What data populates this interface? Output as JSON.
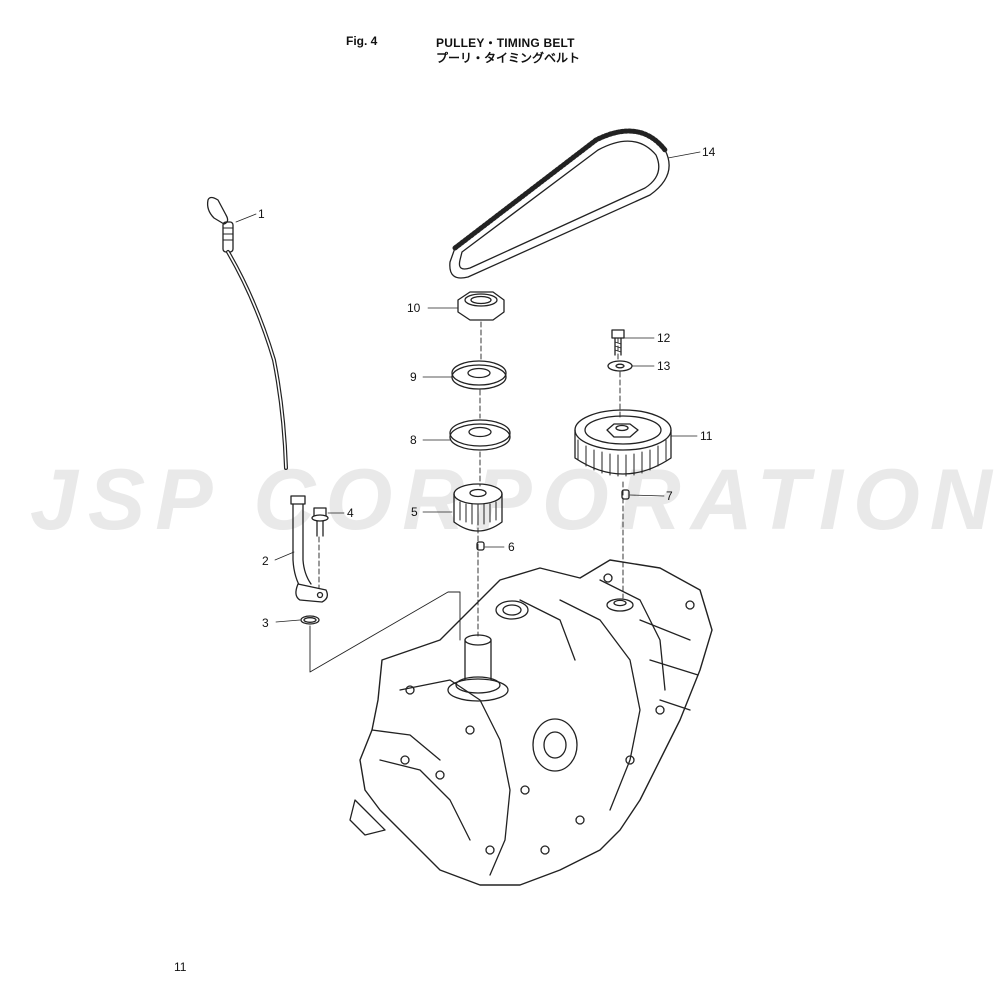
{
  "header": {
    "fig_label": "Fig. 4",
    "title_en": "PULLEY・TIMING BELT",
    "title_jp": "プーリ・タイミングベルト"
  },
  "watermark_text": "JSP CORPORATION",
  "page_number": "11",
  "callouts": {
    "c1": "1",
    "c2": "2",
    "c3": "3",
    "c4": "4",
    "c5": "5",
    "c6": "6",
    "c7": "7",
    "c8": "8",
    "c9": "9",
    "c10": "10",
    "c11": "11",
    "c12": "12",
    "c13": "13",
    "c14": "14"
  },
  "colors": {
    "line": "#222222",
    "watermark": "#e9e9e9"
  }
}
